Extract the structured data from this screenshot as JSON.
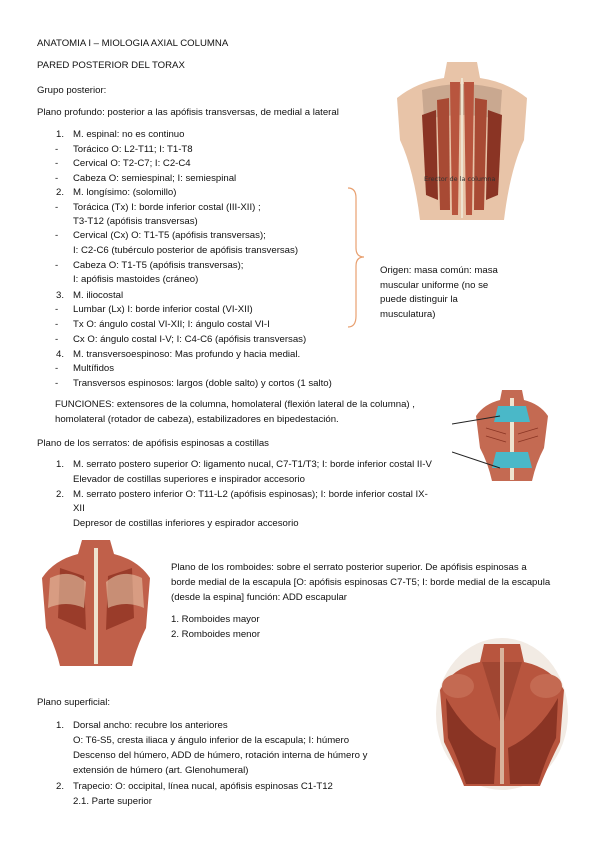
{
  "header": {
    "title": "ANATOMIA I – MIOLOGIA AXIAL COLUMNA",
    "subtitle": "PARED POSTERIOR DEL TORAX"
  },
  "grupo_posterior": {
    "heading": "Grupo posterior:",
    "plano_profundo": "Plano profundo: posterior a las apófisis transversas, de medial a lateral",
    "items": [
      {
        "marker": "1.",
        "text": "M. espinal: no es continuo"
      },
      {
        "marker": "-",
        "text": "Torácico O: L2-T11; I: T1-T8"
      },
      {
        "marker": "-",
        "text": "Cervical O: T2-C7; I: C2-C4"
      },
      {
        "marker": "-",
        "text": "Cabeza O: semiespinal; I: semiespinal"
      },
      {
        "marker": "2.",
        "text": "M. longísimo: (solomillo)"
      },
      {
        "marker": "-",
        "text": "Torácica (Tx) I: borde inferior costal (III-XII) ;"
      },
      {
        "marker": "",
        "text": " T3-T12 (apófisis transversas)"
      },
      {
        "marker": "-",
        "text": "Cervical (Cx) O: T1-T5 (apófisis transversas);"
      },
      {
        "marker": "",
        "text": "I: C2-C6 (tubérculo posterior de apófisis transversas)"
      },
      {
        "marker": "-",
        "text": "Cabeza O: T1-T5 (apófisis transversas);"
      },
      {
        "marker": "",
        "text": "I: apófisis mastoides (cráneo)"
      },
      {
        "marker": "3.",
        "text": "M. iliocostal"
      },
      {
        "marker": "-",
        "text": "Lumbar (Lx) I: borde inferior costal (VI-XII)"
      },
      {
        "marker": "-",
        "text": "Tx O: ángulo costal VI-XII; I: ángulo costal VI-I"
      },
      {
        "marker": "-",
        "text": "Cx O: ángulo costal I-V; I: C4-C6 (apófisis transversas)"
      },
      {
        "marker": "4.",
        "text": "M. transversoespinoso: Mas profundo y hacia medial."
      },
      {
        "marker": "-",
        "text": "Multífidos"
      },
      {
        "marker": "-",
        "text": "Transversos espinosos: largos (doble salto) y cortos (1 salto)"
      }
    ],
    "brace_note": [
      "Origen: masa común: masa",
      "muscular uniforme (no se",
      "puede distinguir la",
      "musculatura)"
    ],
    "funciones": [
      "FUNCIONES: extensores de la columna, homolateral (flexión lateral de la columna) ,",
      "homolateral (rotador de cabeza), estabilizadores en bipedestación."
    ],
    "figure_label": "Erector de la columna"
  },
  "serratos": {
    "heading": "Plano de los serratos: de apófisis espinosas a costillas",
    "items": [
      {
        "marker": "1.",
        "lines": [
          "M. serrato postero superior O: ligamento nucal, C7-T1/T3; I: borde inferior costal II-V",
          "Elevador de costillas superiores e inspirador accesorio"
        ]
      },
      {
        "marker": "2.",
        "lines": [
          "M. serrato postero inferior O: T11-L2 (apófisis espinosas); I: borde inferior costal IX-",
          "XII",
          "Depresor de costillas inferiores y espirador accesorio"
        ]
      }
    ]
  },
  "romboides": {
    "lines": [
      "Plano de los romboides: sobre el serrato posterior superior. De apófisis espinosas a",
      "borde medial de la escapula [O: apófisis espinosas C7-T5; I: borde medial de la escapula",
      "(desde la espina] función: ADD escapular"
    ],
    "items": [
      "1. Romboides mayor",
      "2. Romboides menor"
    ]
  },
  "superficial": {
    "heading": "Plano superficial:",
    "items": [
      {
        "marker": "1.",
        "lines": [
          "Dorsal ancho: recubre los anteriores",
          "O: T6-S5, cresta iliaca y ángulo inferior de la escapula; I: húmero",
          "Descenso del húmero, ADD de húmero, rotación interna de húmero y",
          "extensión de húmero (art. Glenohumeral)"
        ]
      },
      {
        "marker": "2.",
        "lines": [
          "Trapecio: O: occipital, línea nucal, apófisis espinosas C1-T12",
          "2.1. Parte superior"
        ]
      }
    ]
  },
  "colors": {
    "muscle": "#b8553e",
    "muscle_dark": "#8a3424",
    "skin": "#e8c4a8",
    "bone": "#efe3cf",
    "highlight": "#4ab8c8",
    "brace": "#e8a070"
  }
}
